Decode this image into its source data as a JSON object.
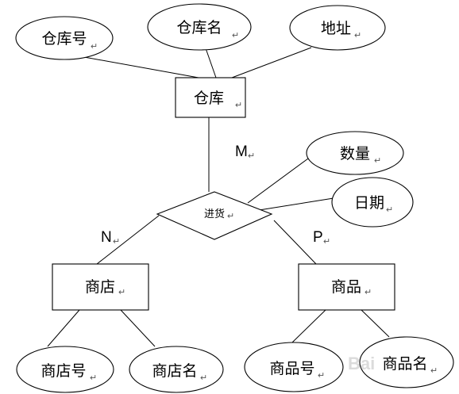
{
  "diagram": {
    "entities": {
      "warehouse": "仓库",
      "store": "商店",
      "product": "商品"
    },
    "relationship": "进货",
    "attributes": {
      "warehouse_no": "仓库号",
      "warehouse_name": "仓库名",
      "address": "地址",
      "quantity": "数量",
      "date": "日期",
      "store_no": "商店号",
      "store_name": "商店名",
      "product_no": "商品号",
      "product_name": "商品名"
    },
    "cardinality": {
      "warehouse": "M",
      "store": "N",
      "product": "P"
    },
    "paragraph_mark": "↵",
    "watermark": "Bai"
  }
}
